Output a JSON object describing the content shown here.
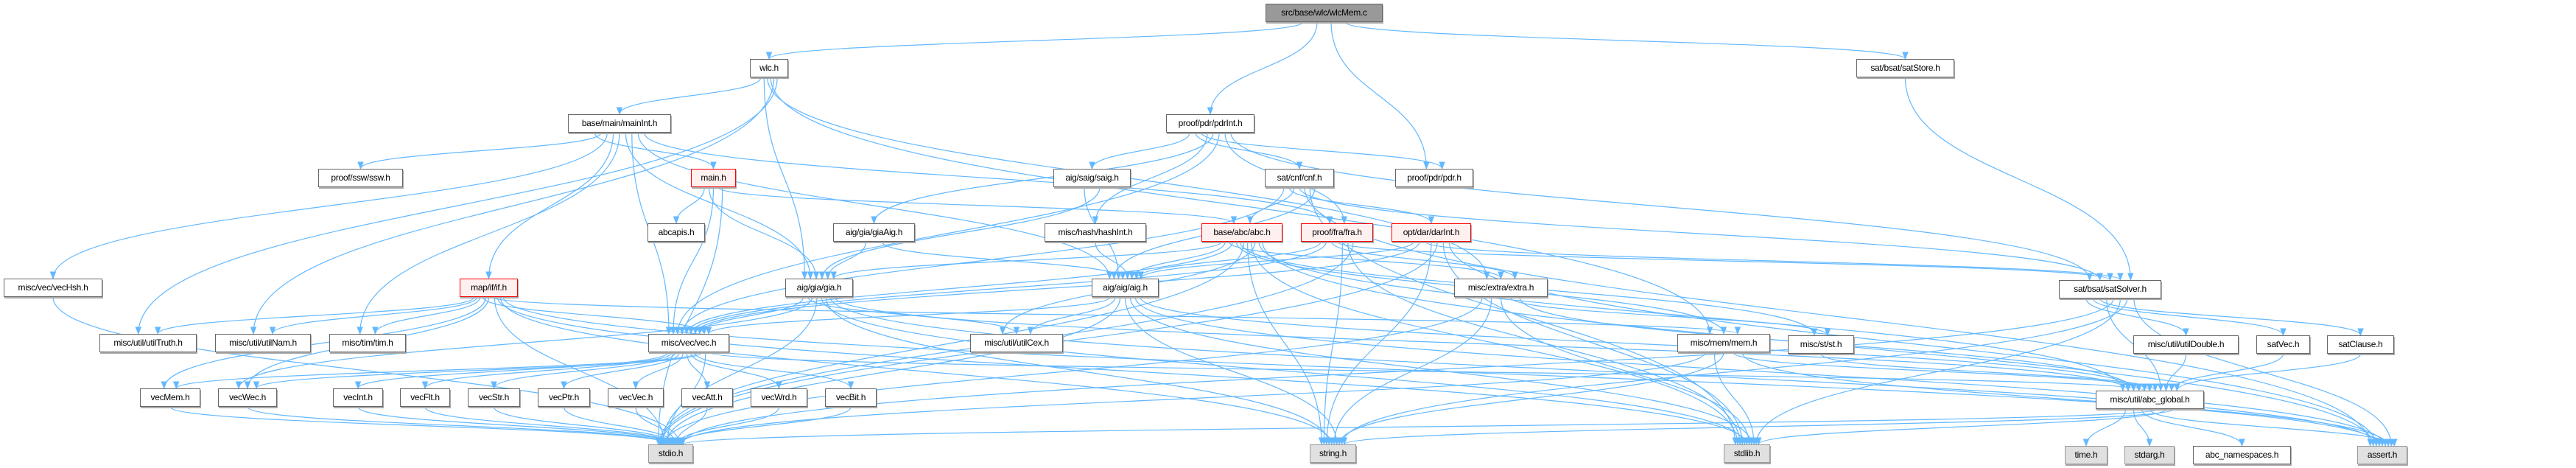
{
  "graph": {
    "edge_color": "#63b8ff",
    "nodes": [
      {
        "id": "wlcMem",
        "label": "src/base/wlc/wlcMem.c",
        "kind": "root"
      },
      {
        "id": "wlc",
        "label": "wlc.h",
        "kind": "normal"
      },
      {
        "id": "mainInt",
        "label": "base/main/mainInt.h",
        "kind": "normal"
      },
      {
        "id": "satStore",
        "label": "sat/bsat/satStore.h",
        "kind": "normal"
      },
      {
        "id": "pdrInt",
        "label": "proof/pdr/pdrInt.h",
        "kind": "normal"
      },
      {
        "id": "ssw",
        "label": "proof/ssw/ssw.h",
        "kind": "normal"
      },
      {
        "id": "main",
        "label": "main.h",
        "kind": "red"
      },
      {
        "id": "saig",
        "label": "aig/saig/saig.h",
        "kind": "normal"
      },
      {
        "id": "cnf",
        "label": "sat/cnf/cnf.h",
        "kind": "normal"
      },
      {
        "id": "pdr",
        "label": "proof/pdr/pdr.h",
        "kind": "normal"
      },
      {
        "id": "abcapis",
        "label": "abcapis.h",
        "kind": "normal"
      },
      {
        "id": "giaAig",
        "label": "aig/gia/giaAig.h",
        "kind": "normal"
      },
      {
        "id": "hashInt",
        "label": "misc/hash/hashInt.h",
        "kind": "normal"
      },
      {
        "id": "abc",
        "label": "base/abc/abc.h",
        "kind": "red"
      },
      {
        "id": "fra",
        "label": "proof/fra/fra.h",
        "kind": "red"
      },
      {
        "id": "darInt",
        "label": "opt/dar/darInt.h",
        "kind": "red"
      },
      {
        "id": "vecHsh",
        "label": "misc/vec/vecHsh.h",
        "kind": "normal"
      },
      {
        "id": "if",
        "label": "map/if/if.h",
        "kind": "red"
      },
      {
        "id": "gia",
        "label": "aig/gia/gia.h",
        "kind": "normal"
      },
      {
        "id": "aig",
        "label": "aig/aig/aig.h",
        "kind": "normal"
      },
      {
        "id": "extra",
        "label": "misc/extra/extra.h",
        "kind": "normal"
      },
      {
        "id": "satSolver",
        "label": "sat/bsat/satSolver.h",
        "kind": "normal"
      },
      {
        "id": "utilTruth",
        "label": "misc/util/utilTruth.h",
        "kind": "normal"
      },
      {
        "id": "utilNam",
        "label": "misc/util/utilNam.h",
        "kind": "normal"
      },
      {
        "id": "tim",
        "label": "misc/tim/tim.h",
        "kind": "normal"
      },
      {
        "id": "vec",
        "label": "misc/vec/vec.h",
        "kind": "normal"
      },
      {
        "id": "utilCex",
        "label": "misc/util/utilCex.h",
        "kind": "normal"
      },
      {
        "id": "mem",
        "label": "misc/mem/mem.h",
        "kind": "normal"
      },
      {
        "id": "st",
        "label": "misc/st/st.h",
        "kind": "normal"
      },
      {
        "id": "utilDouble",
        "label": "misc/util/utilDouble.h",
        "kind": "normal"
      },
      {
        "id": "satVec",
        "label": "satVec.h",
        "kind": "normal"
      },
      {
        "id": "satClause",
        "label": "satClause.h",
        "kind": "normal"
      },
      {
        "id": "vecMem",
        "label": "vecMem.h",
        "kind": "normal"
      },
      {
        "id": "vecWec",
        "label": "vecWec.h",
        "kind": "normal"
      },
      {
        "id": "vecInt",
        "label": "vecInt.h",
        "kind": "normal"
      },
      {
        "id": "vecFlt",
        "label": "vecFlt.h",
        "kind": "normal"
      },
      {
        "id": "vecStr",
        "label": "vecStr.h",
        "kind": "normal"
      },
      {
        "id": "vecPtr",
        "label": "vecPtr.h",
        "kind": "normal"
      },
      {
        "id": "vecVec",
        "label": "vecVec.h",
        "kind": "normal"
      },
      {
        "id": "vecAtt",
        "label": "vecAtt.h",
        "kind": "normal"
      },
      {
        "id": "vecWrd",
        "label": "vecWrd.h",
        "kind": "normal"
      },
      {
        "id": "vecBit",
        "label": "vecBit.h",
        "kind": "normal"
      },
      {
        "id": "abc_global",
        "label": "misc/util/abc_global.h",
        "kind": "normal"
      },
      {
        "id": "stdio",
        "label": "stdio.h",
        "kind": "sys"
      },
      {
        "id": "string",
        "label": "string.h",
        "kind": "sys"
      },
      {
        "id": "stdlib",
        "label": "stdlib.h",
        "kind": "sys"
      },
      {
        "id": "time",
        "label": "time.h",
        "kind": "sys"
      },
      {
        "id": "stdarg",
        "label": "stdarg.h",
        "kind": "sys"
      },
      {
        "id": "abc_namespaces",
        "label": "abc_namespaces.h",
        "kind": "normal"
      },
      {
        "id": "assert",
        "label": "assert.h",
        "kind": "sys"
      }
    ],
    "edges": [
      [
        "wlcMem",
        "wlc"
      ],
      [
        "wlcMem",
        "pdrInt"
      ],
      [
        "wlcMem",
        "pdr"
      ],
      [
        "wlcMem",
        "satStore"
      ],
      [
        "wlc",
        "mainInt"
      ],
      [
        "wlc",
        "gia"
      ],
      [
        "wlc",
        "extra"
      ],
      [
        "wlc",
        "mem"
      ],
      [
        "wlc",
        "utilNam"
      ],
      [
        "wlc",
        "utilTruth"
      ],
      [
        "mainInt",
        "main"
      ],
      [
        "mainInt",
        "ssw"
      ],
      [
        "mainInt",
        "vecHsh"
      ],
      [
        "mainInt",
        "if"
      ],
      [
        "mainInt",
        "tim"
      ],
      [
        "mainInt",
        "gia"
      ],
      [
        "mainInt",
        "vec"
      ],
      [
        "mainInt",
        "aig"
      ],
      [
        "mainInt",
        "fra"
      ],
      [
        "main",
        "abcapis"
      ],
      [
        "main",
        "gia"
      ],
      [
        "main",
        "vec"
      ],
      [
        "main",
        "abc"
      ],
      [
        "main",
        "stdio"
      ],
      [
        "pdrInt",
        "saig"
      ],
      [
        "pdrInt",
        "cnf"
      ],
      [
        "pdrInt",
        "pdr"
      ],
      [
        "pdrInt",
        "hashInt"
      ],
      [
        "pdrInt",
        "giaAig"
      ],
      [
        "pdrInt",
        "vec"
      ],
      [
        "pdrInt",
        "fra"
      ],
      [
        "pdrInt",
        "satSolver"
      ],
      [
        "cnf",
        "vec"
      ],
      [
        "cnf",
        "darInt"
      ],
      [
        "cnf",
        "abc"
      ],
      [
        "cnf",
        "satSolver"
      ],
      [
        "cnf",
        "assert"
      ],
      [
        "cnf",
        "stdlib"
      ],
      [
        "cnf",
        "aig"
      ],
      [
        "saig",
        "aig"
      ],
      [
        "saig",
        "gia"
      ],
      [
        "giaAig",
        "gia"
      ],
      [
        "giaAig",
        "aig"
      ],
      [
        "hashInt",
        "aig"
      ],
      [
        "abc",
        "gia"
      ],
      [
        "abc",
        "aig"
      ],
      [
        "abc",
        "extra"
      ],
      [
        "abc",
        "vec"
      ],
      [
        "abc",
        "mem"
      ],
      [
        "abc",
        "st"
      ],
      [
        "abc",
        "stdio"
      ],
      [
        "abc",
        "string"
      ],
      [
        "abc",
        "stdlib"
      ],
      [
        "abc",
        "utilCex"
      ],
      [
        "abc",
        "abc_global"
      ],
      [
        "abc",
        "assert"
      ],
      [
        "fra",
        "aig"
      ],
      [
        "fra",
        "vec"
      ],
      [
        "fra",
        "extra"
      ],
      [
        "fra",
        "satSolver"
      ],
      [
        "fra",
        "string"
      ],
      [
        "fra",
        "stdlib"
      ],
      [
        "fra",
        "stdio"
      ],
      [
        "darInt",
        "aig"
      ],
      [
        "darInt",
        "vec"
      ],
      [
        "darInt",
        "satSolver"
      ],
      [
        "darInt",
        "string"
      ],
      [
        "darInt",
        "stdio"
      ],
      [
        "darInt",
        "stdlib"
      ],
      [
        "darInt",
        "assert"
      ],
      [
        "gia",
        "vec"
      ],
      [
        "gia",
        "utilCex"
      ],
      [
        "gia",
        "vecWec"
      ],
      [
        "gia",
        "stdio"
      ],
      [
        "gia",
        "stdlib"
      ],
      [
        "gia",
        "string"
      ],
      [
        "gia",
        "assert"
      ],
      [
        "gia",
        "abc_global"
      ],
      [
        "if",
        "utilTruth"
      ],
      [
        "if",
        "utilNam"
      ],
      [
        "if",
        "tim"
      ],
      [
        "if",
        "vec"
      ],
      [
        "if",
        "vecMem"
      ],
      [
        "if",
        "vecWec"
      ],
      [
        "if",
        "mem"
      ],
      [
        "if",
        "stdio"
      ],
      [
        "if",
        "stdlib"
      ],
      [
        "if",
        "string"
      ],
      [
        "if",
        "assert"
      ],
      [
        "extra",
        "stdio"
      ],
      [
        "extra",
        "string"
      ],
      [
        "extra",
        "stdlib"
      ],
      [
        "extra",
        "st"
      ],
      [
        "extra",
        "abc_global"
      ],
      [
        "aig",
        "vec"
      ],
      [
        "aig",
        "utilCex"
      ],
      [
        "aig",
        "stdio"
      ],
      [
        "aig",
        "string"
      ],
      [
        "aig",
        "stdlib"
      ],
      [
        "aig",
        "assert"
      ],
      [
        "aig",
        "abc_global"
      ],
      [
        "vec",
        "vecInt"
      ],
      [
        "vec",
        "vecFlt"
      ],
      [
        "vec",
        "vecStr"
      ],
      [
        "vec",
        "vecPtr"
      ],
      [
        "vec",
        "vecVec"
      ],
      [
        "vec",
        "vecAtt"
      ],
      [
        "vec",
        "vecWrd"
      ],
      [
        "vec",
        "vecBit"
      ],
      [
        "vec",
        "vecMem"
      ],
      [
        "vec",
        "vecWec"
      ],
      [
        "vec",
        "stdio"
      ],
      [
        "vec",
        "abc_global"
      ],
      [
        "vecMem",
        "stdio"
      ],
      [
        "vecWec",
        "stdio"
      ],
      [
        "vecInt",
        "stdio"
      ],
      [
        "vecFlt",
        "stdio"
      ],
      [
        "vecStr",
        "stdio"
      ],
      [
        "vecPtr",
        "stdio"
      ],
      [
        "vecVec",
        "stdio"
      ],
      [
        "vecAtt",
        "stdio"
      ],
      [
        "vecWrd",
        "stdio"
      ],
      [
        "vecBit",
        "stdio"
      ],
      [
        "vecHsh",
        "stdio"
      ],
      [
        "mem",
        "stdio"
      ],
      [
        "mem",
        "stdlib"
      ],
      [
        "mem",
        "string"
      ],
      [
        "mem",
        "abc_global"
      ],
      [
        "mem",
        "assert"
      ],
      [
        "st",
        "abc_global"
      ],
      [
        "satStore",
        "satSolver"
      ],
      [
        "satSolver",
        "utilDouble"
      ],
      [
        "satSolver",
        "satVec"
      ],
      [
        "satSolver",
        "satClause"
      ],
      [
        "satSolver",
        "abc_global"
      ],
      [
        "satSolver",
        "stdio"
      ],
      [
        "satSolver",
        "stdlib"
      ],
      [
        "satSolver",
        "string"
      ],
      [
        "satSolver",
        "assert"
      ],
      [
        "utilDouble",
        "abc_global"
      ],
      [
        "satVec",
        "abc_global"
      ],
      [
        "satClause",
        "abc_global"
      ],
      [
        "abc_global",
        "time"
      ],
      [
        "abc_global",
        "stdarg"
      ],
      [
        "abc_global",
        "abc_namespaces"
      ],
      [
        "abc_global",
        "assert"
      ],
      [
        "abc_global",
        "stdio"
      ],
      [
        "abc_global",
        "stdlib"
      ],
      [
        "abc_global",
        "string"
      ]
    ]
  }
}
